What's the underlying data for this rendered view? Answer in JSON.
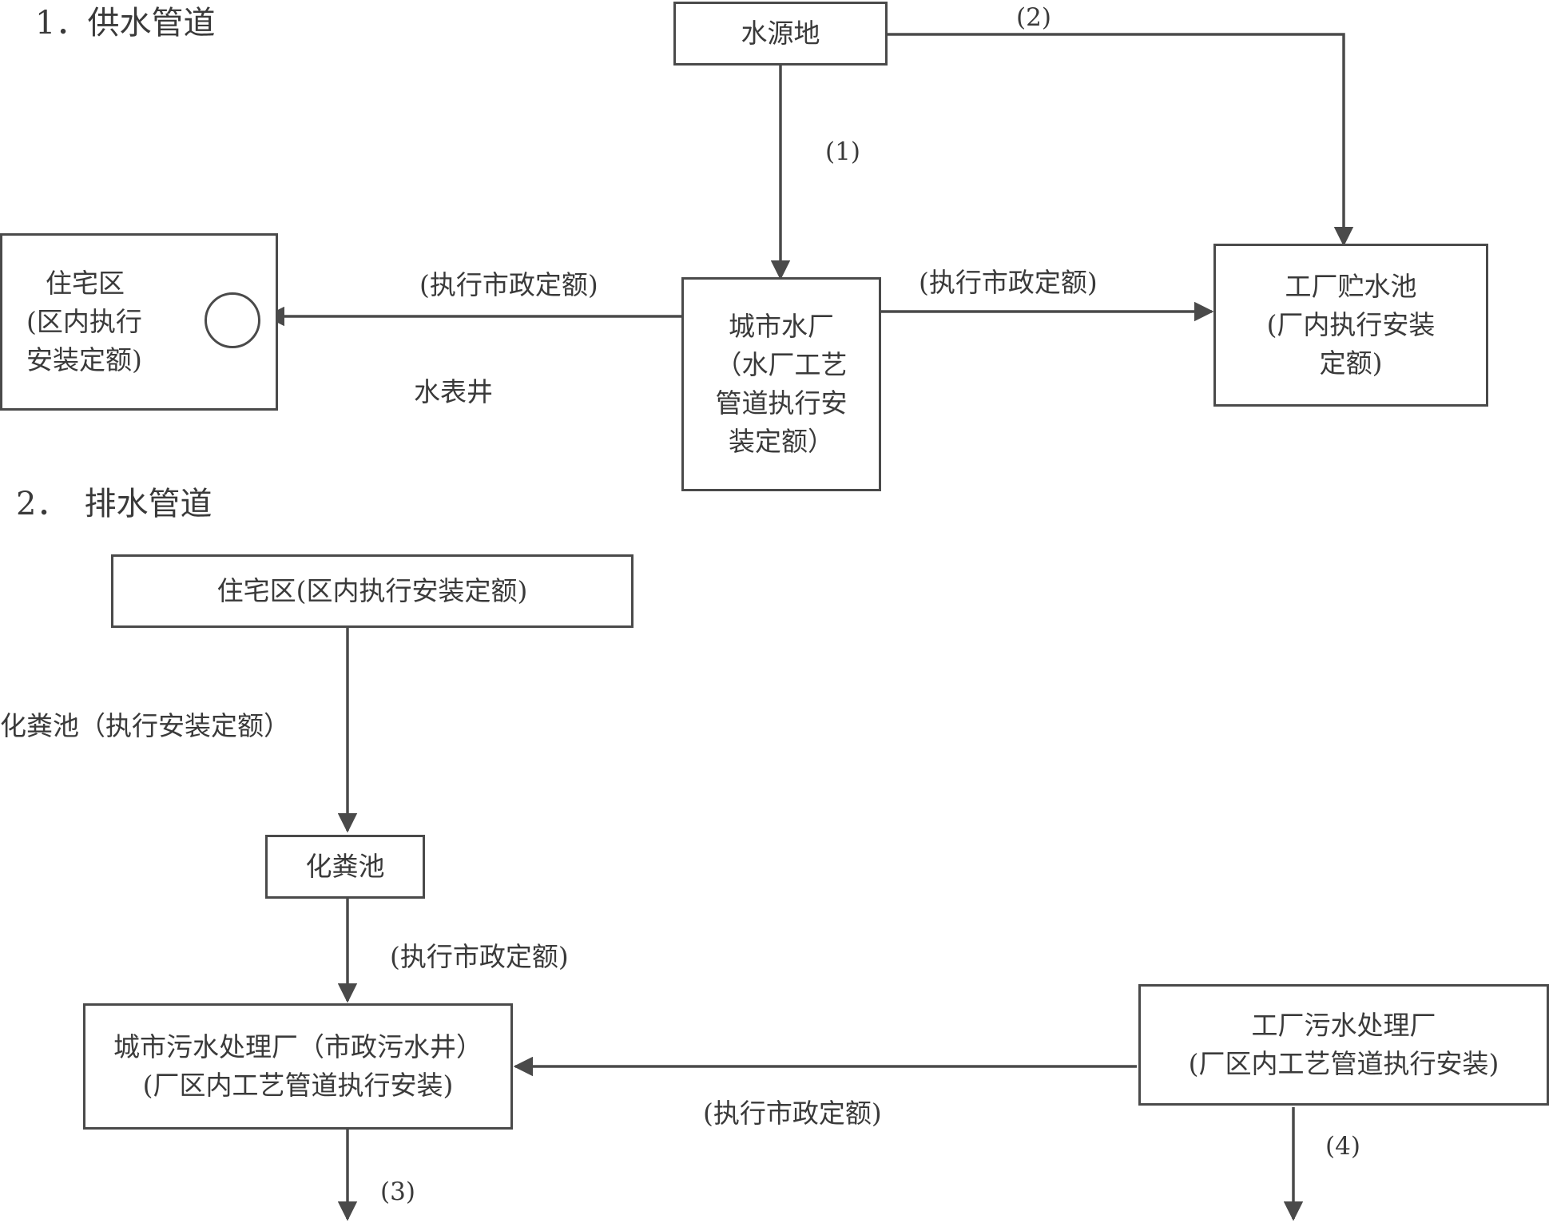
{
  "supply": {
    "heading": "1．供水管道",
    "water_source": "水源地",
    "city_plant": [
      "城市水厂",
      "（水厂工艺",
      "管道执行安",
      "装定额）"
    ],
    "residential": [
      "住宅区",
      "(区内执行",
      "安装定额)"
    ],
    "factory_tank": [
      "工厂贮水池",
      "(厂内执行安装",
      "定额)"
    ],
    "label_1": "(1)",
    "label_2": "(2)",
    "label_municipal_left": "(执行市政定额)",
    "label_municipal_right": "(执行市政定额)",
    "meter_well": "水表井"
  },
  "drainage": {
    "heading": "2．　排水管道",
    "residential": "住宅区(区内执行安装定额)",
    "septic_note": "化粪池（执行安装定额）",
    "septic_tank": "化粪池",
    "label_municipal_1": "(执行市政定额)",
    "city_sewage": [
      "城市污水处理厂（市政污水井）",
      "(厂区内工艺管道执行安装)"
    ],
    "factory_sewage": [
      "工厂污水处理厂",
      "(厂区内工艺管道执行安装)"
    ],
    "label_municipal_2": "(执行市政定额)",
    "label_3": "(3)",
    "label_4": "(4)"
  },
  "colors": {
    "line": "#4a4a4a",
    "text": "#3a3a3a"
  }
}
